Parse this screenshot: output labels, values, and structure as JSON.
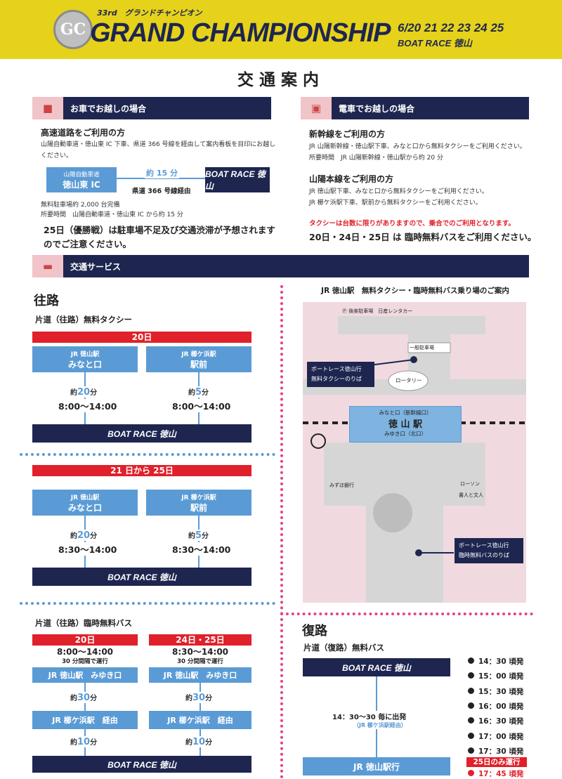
{
  "header": {
    "edition": "33rd",
    "subtitle": "グランドチャンピオン",
    "title": "GRAND CHAMPIONSHIP",
    "dates": "6/20 21 22 23 24 25",
    "venue": "BOAT RACE 徳山",
    "logo": "GC"
  },
  "page_title": "交通案内",
  "car": {
    "section": "お車でお越しの場合",
    "heading": "高速道路をご利用の方",
    "desc1": "山陽自動車道・徳山東 IC 下車、県道 366 号線を経由して案内看板を目印にお越し",
    "desc2": "ください。",
    "from_line1": "山陽自動車道",
    "from_line2": "徳山東 IC",
    "duration": "約 15 分",
    "via": "県道 366 号線経由",
    "brand": "BOAT RACE 徳山",
    "parking": "無料駐車場約 2,000 台完備",
    "time_note": "所要時間　山陽自動車道・徳山東 IC から約 15 分",
    "warn1": "25日（優勝戦）は駐車場不足及び交通渋滞が予想されます",
    "warn2": "のでご注意ください。"
  },
  "train": {
    "section": "電車でお越しの場合",
    "h1": "新幹線をご利用の方",
    "t1a": "JR 山陽新幹線・徳山駅下車、みなと口から無料タクシーをご利用ください。",
    "t1b": "所要時間　JR 山陽新幹線・徳山駅から約 20 分",
    "h2": "山陽本線をご利用の方",
    "t2a": "JR 徳山駅下車、みなと口から無料タクシーをご利用ください。",
    "t2b": "JR 櫛ケ浜駅下車、駅前から無料タクシーをご利用ください。",
    "red": "タクシーは台数に限りがありますので、乗合でのご利用となります。",
    "bus": "20日・24日・25日 は 臨時無料バスをご利用ください。"
  },
  "service": {
    "section": "交通サービス"
  },
  "outbound": {
    "title": "往路",
    "taxi_title": "片道（往路）無料タクシー",
    "day1": "20日",
    "day2": "21 日から 25日",
    "st1a": "JR 徳山駅",
    "st1b": "みなと口",
    "st2a": "JR 櫛ケ浜駅",
    "st2b": "駅前",
    "min1": "20",
    "min2": "5",
    "unit_pre": "約",
    "unit": "分",
    "time1": "8:00～14:00",
    "time2": "8:30～14:00",
    "bus_title": "片道（往路）臨時無料バス",
    "bday1": "20日",
    "bday2": "24日・25日",
    "btime1": "8:00～14:00",
    "btime2": "8:30～14:00",
    "interval": "30 分間隔で運行",
    "bst1": "JR 徳山駅　みゆき口",
    "bst2": "JR 櫛ケ浜駅　経由",
    "bmin1": "30",
    "bmin2": "10"
  },
  "map": {
    "title": "JR 徳山駅　無料タクシー・臨時無料バス乗り場のご案内",
    "parking1": "後楽駐車場",
    "rental": "日産レンタカー",
    "general": "一般駐車場",
    "taxi_stop1": "ボートレース徳山行",
    "taxi_stop2": "無料タクシーのりば",
    "rotary": "ロータリー",
    "station_top": "みなと口（新幹線口）",
    "station": "徳 山 駅",
    "station_bottom": "みゆき口（北口）",
    "mizuho": "みずほ銀行",
    "lawson": "ローソン",
    "bookstore": "書人と文人",
    "bus_stop1": "ボートレース徳山行",
    "bus_stop2": "臨時無料バスのりば"
  },
  "return": {
    "title": "復路",
    "bus_title": "片道（復路）無料バス",
    "dep": "14：30～30 毎に出発",
    "via": "（JR 櫛ケ浜駅経由）",
    "dest": "JR 徳山駅行",
    "times": [
      "14：30 頃発",
      "15：00 頃発",
      "15：30 頃発",
      "16：00 頃発",
      "16：30 頃発",
      "17：00 頃発",
      "17：30 頃発"
    ],
    "only_label": "25日のみ運行",
    "only_time": "17：45 頃発"
  },
  "colors": {
    "navy": "#1e2650",
    "blue": "#5b9bd5",
    "red": "#e0202a",
    "pink": "#f0c4c8",
    "yellow": "#e6d21a"
  }
}
